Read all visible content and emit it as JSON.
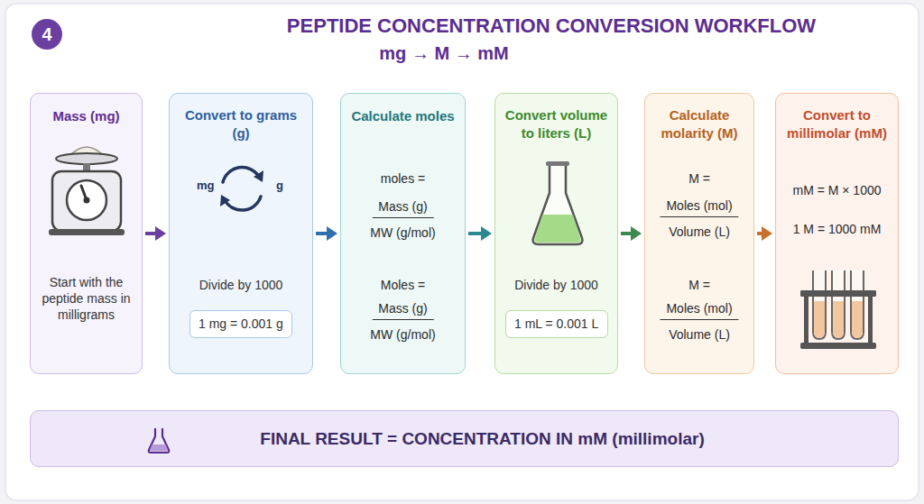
{
  "diagram": {
    "title": "PEPTIDE CONCENTRATION CONVERSION WORKFLOW",
    "nodes": [
      {
        "text": [
          "4"
        ]
      },
      {
        "text": [
          "Mass (mg)",
          "Start with the peptide mass in milligrams"
        ]
      },
      {
        "text": [
          "Convert to grams (g)",
          "Divide by 1000"
        ]
      },
      {
        "text": [
          "1 mg = 0.001 g"
        ],
        "in": 2
      },
      {
        "text": [
          "Calculate moles",
          "moles =",
          "Mass (g)",
          "MW (g/mol)",
          "Moles =",
          "Mass (g)",
          "MW (g/mol)"
        ]
      },
      {
        "text": [
          "Convert volume to liters (L)",
          "Divide by 1000"
        ]
      },
      {
        "text": [
          "1 mL = 0.001 L"
        ],
        "in": 5
      },
      {
        "text": [
          "Calculate molarity (M)",
          "M =",
          "Moles (mol)",
          "Volume (L)",
          "M =",
          "Moles (mol)",
          "Volume (L)"
        ]
      },
      {
        "text": [
          "Convert to millimolar (mM)",
          "mM = M × 1000",
          "1 M = 1000 mM"
        ]
      },
      {
        "text": [
          "FINAL RESULT = CONCENTRATION IN mM (millimolar)"
        ]
      }
    ],
    "edges": [
      {
        "from": 1,
        "to": 2,
        "arrow": "to"
      },
      {
        "from": 2,
        "to": 4,
        "arrow": "to"
      },
      {
        "from": 4,
        "to": 5,
        "arrow": "to"
      },
      {
        "from": 5,
        "to": 7,
        "arrow": "to"
      },
      {
        "from": 7,
        "to": 8,
        "arrow": "to"
      }
    ],
    "labels": [
      "mg → M → mM",
      "mg",
      "g"
    ]
  }
}
